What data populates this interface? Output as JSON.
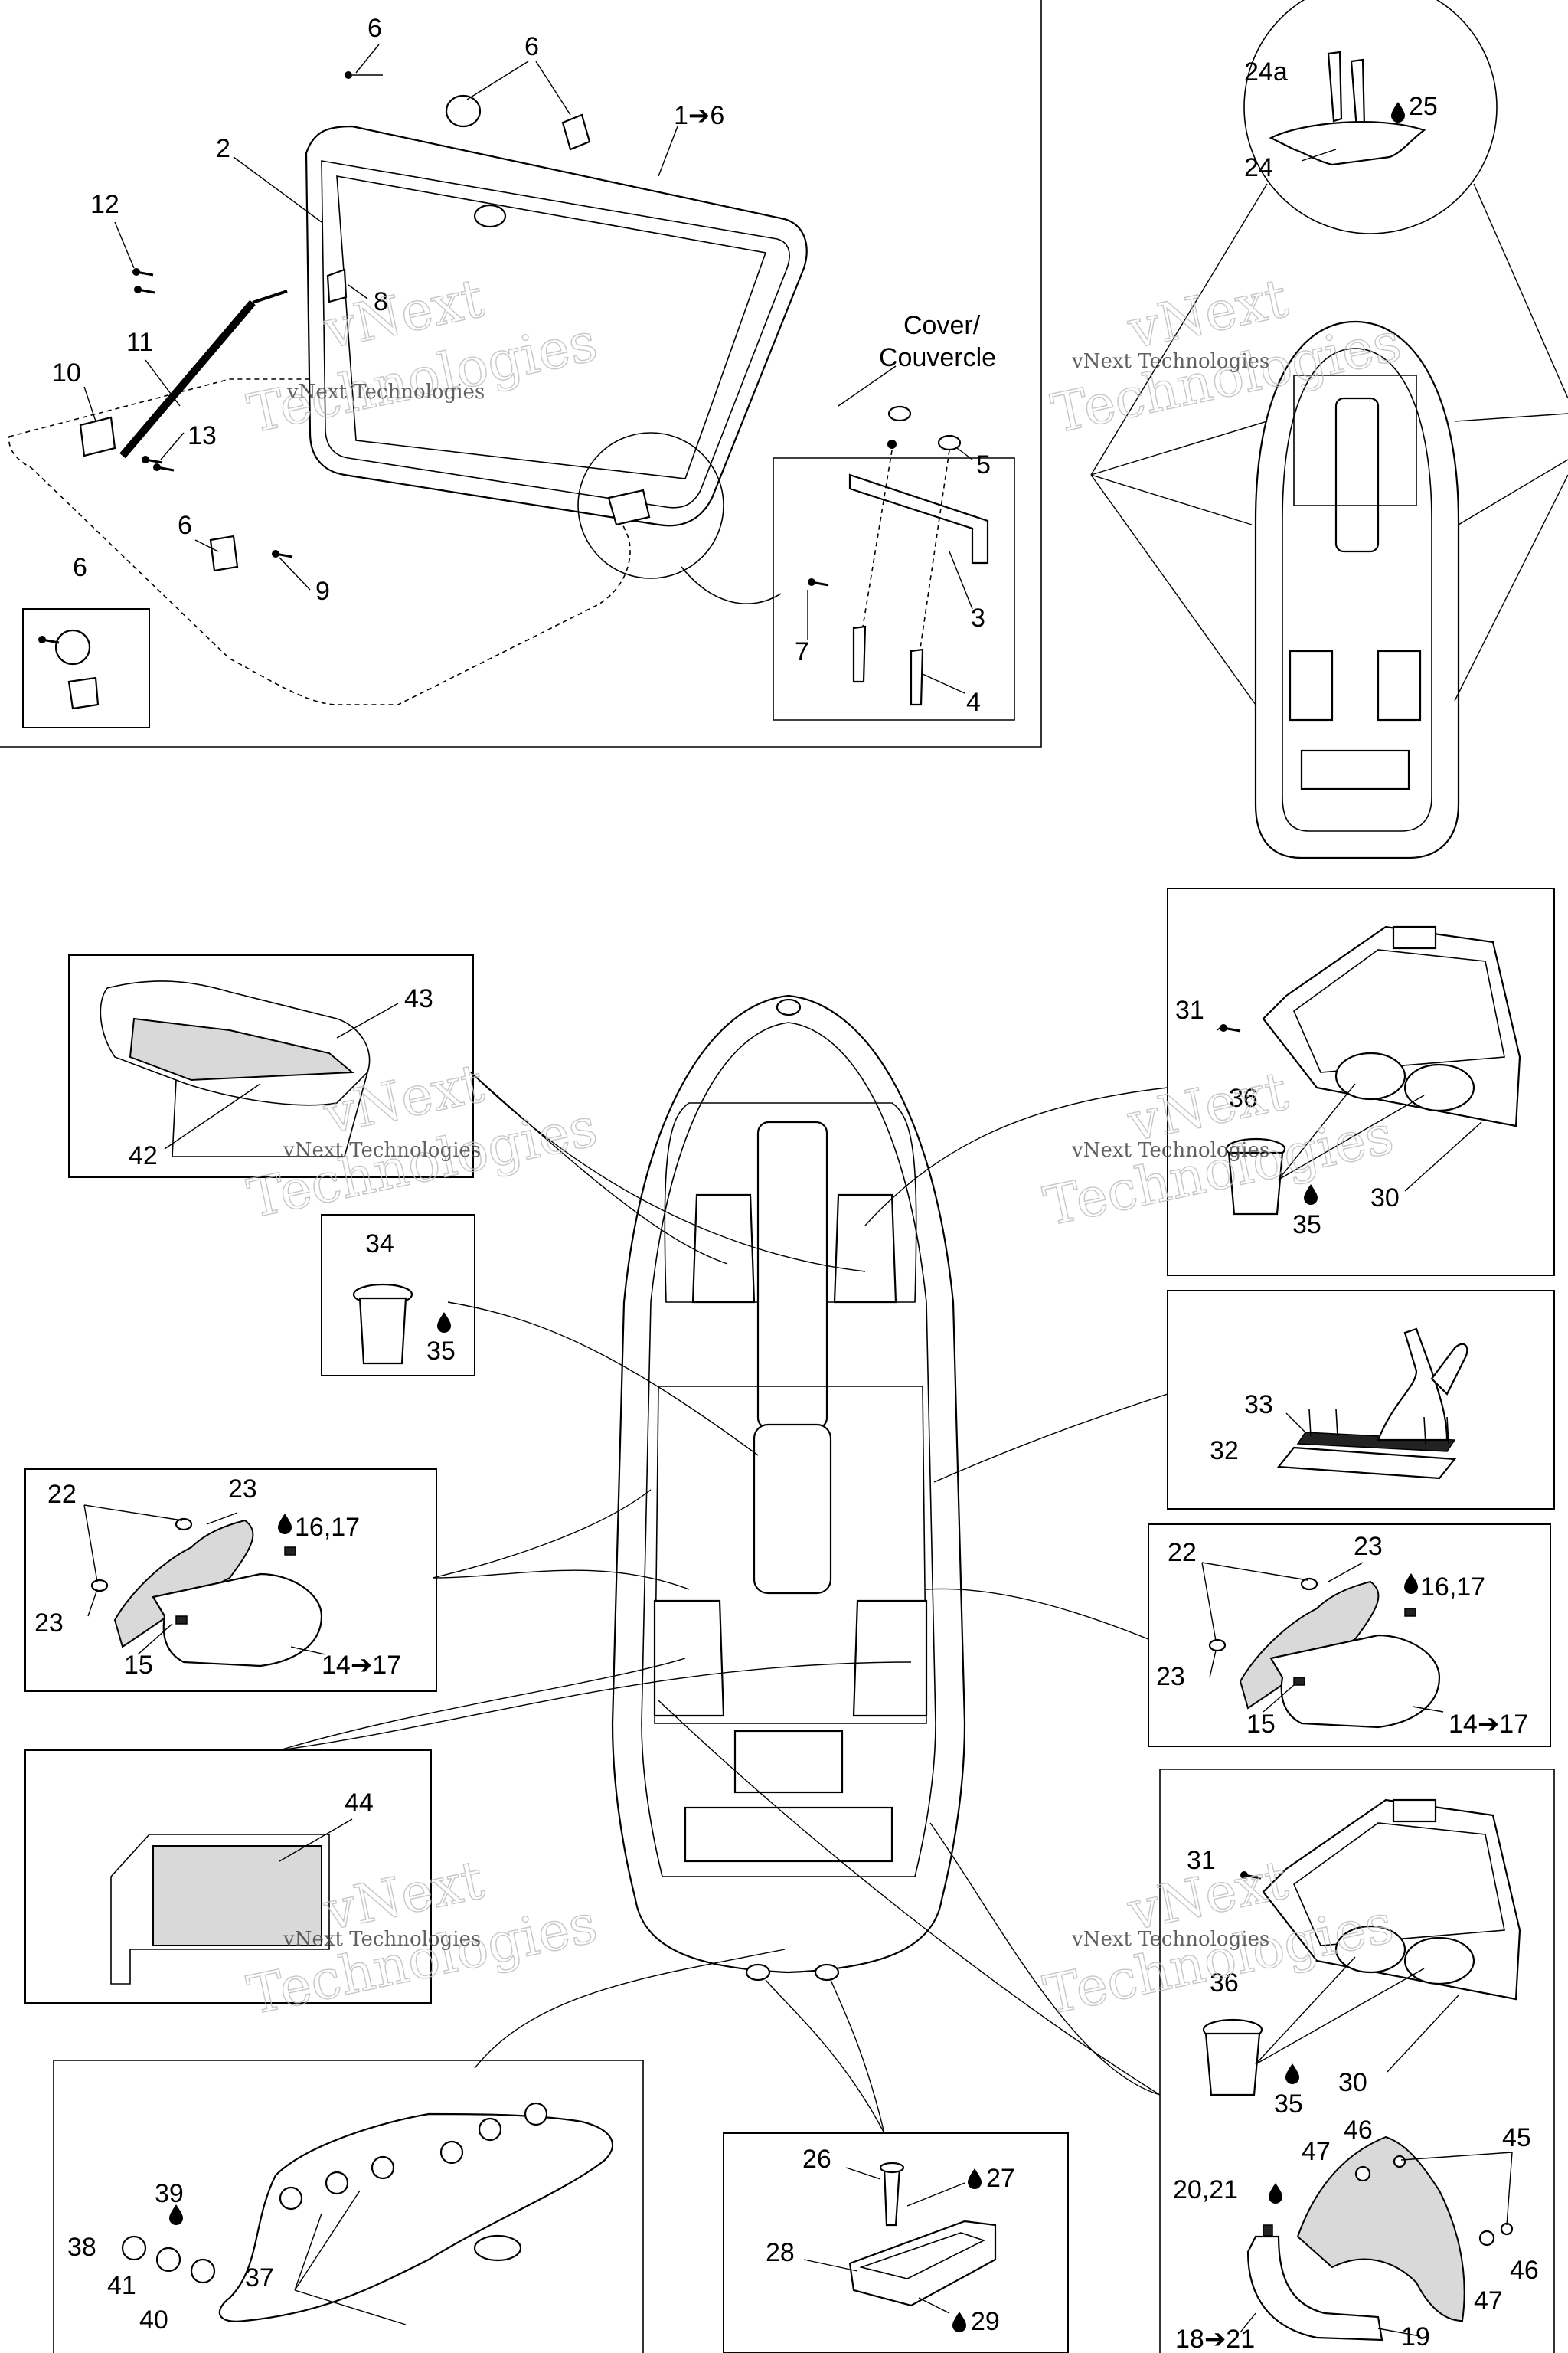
{
  "watermark": {
    "line1": "vNext",
    "line2": "Technologies",
    "small": "vNext Technologies"
  },
  "callouts": {
    "glovebox": [
      "6",
      "6",
      "1➔6",
      "2",
      "12",
      "8",
      "11",
      "10",
      "13",
      "6",
      "9",
      "6"
    ],
    "cover": {
      "title_line1": "Cover/",
      "title_line2": "Couvercle",
      "labels": [
        "5",
        "3",
        "7",
        "4"
      ]
    },
    "cleat": [
      "24a",
      "25",
      "24"
    ],
    "carpet_front": [
      "43",
      "42"
    ],
    "cupholder_small": [
      "34",
      "35"
    ],
    "handle_left": [
      "22",
      "23",
      "16,17",
      "23",
      "15",
      "14➔17"
    ],
    "carpet_side": [
      "44"
    ],
    "bumper": [
      "39",
      "38",
      "41",
      "40",
      "37"
    ],
    "storage_top": [
      "31",
      "36",
      "35",
      "30"
    ],
    "shifter": [
      "33",
      "32"
    ],
    "handle_right": [
      "22",
      "23",
      "16,17",
      "23",
      "15",
      "14➔17"
    ],
    "storage_bottom": [
      "31",
      "36",
      "35",
      "30"
    ],
    "ski_handle": [
      "46",
      "47",
      "45",
      "20,21",
      "46",
      "47",
      "18➔21",
      "19"
    ],
    "step_pad": [
      "26",
      "27",
      "28",
      "29"
    ]
  }
}
